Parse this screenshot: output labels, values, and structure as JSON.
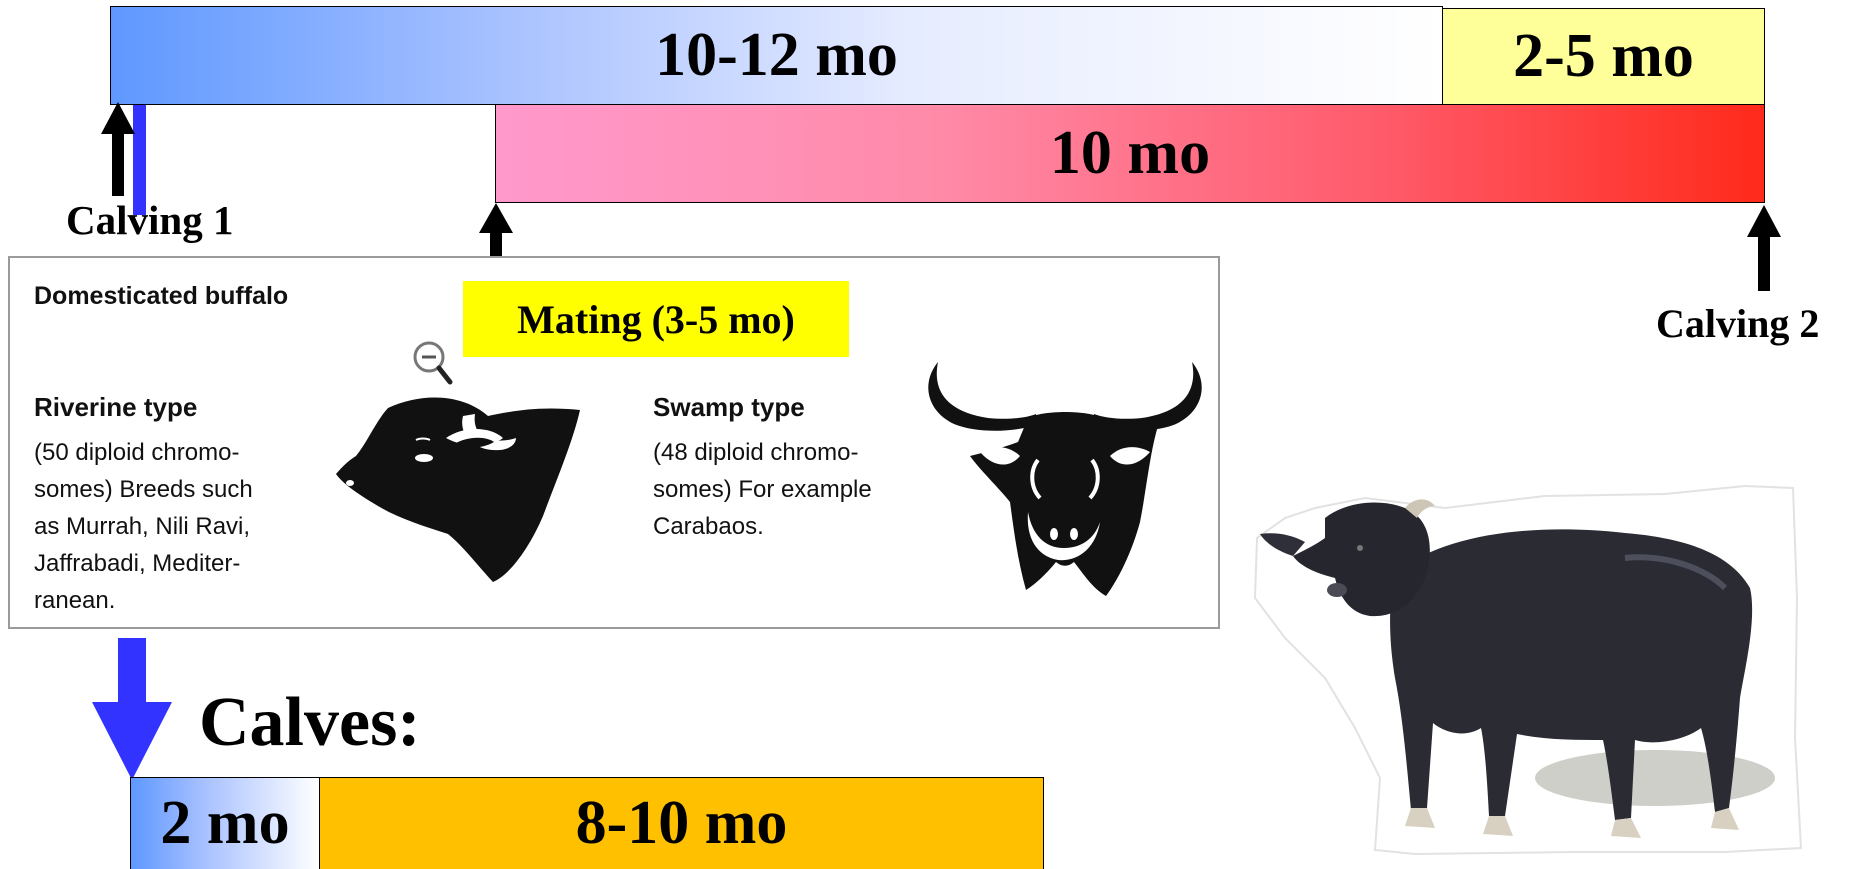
{
  "timeline": {
    "open_period": "10-12 mo",
    "dry_period": "2-5 mo",
    "gestation": "10 mo",
    "calving_1": "Calving 1",
    "calving_2": "Calving 2",
    "mating": "Mating (3-5 mo)"
  },
  "calves": {
    "heading": "Calves:",
    "period_1": "2 mo",
    "period_2": "8-10 mo"
  },
  "panel": {
    "title": "Domesticated buffalo",
    "riverine": {
      "heading": "Riverine type",
      "lines": [
        "(50 diploid chromo-",
        "somes) Breeds such",
        "as Murrah, Nili Ravi,",
        "Jaffrabadi, Mediter-",
        "ranean."
      ]
    },
    "swamp": {
      "heading": "Swamp type",
      "lines": [
        "(48 diploid chromo-",
        "somes) For example",
        "Carabaos."
      ]
    },
    "icons": [
      "zoom-out-icon",
      "riverine-buffalo-head-icon",
      "swamp-buffalo-head-icon"
    ]
  },
  "photo": "water-buffalo-photo",
  "colors": {
    "open_period_start": "#5f98ff",
    "dry_period": "#ffff99",
    "gestation_start": "#ff99cc",
    "gestation_end": "#ff2a1a",
    "mating_label": "#ffff00",
    "calf_bar": "#ffc000",
    "blue_arrow": "#3333ff"
  }
}
